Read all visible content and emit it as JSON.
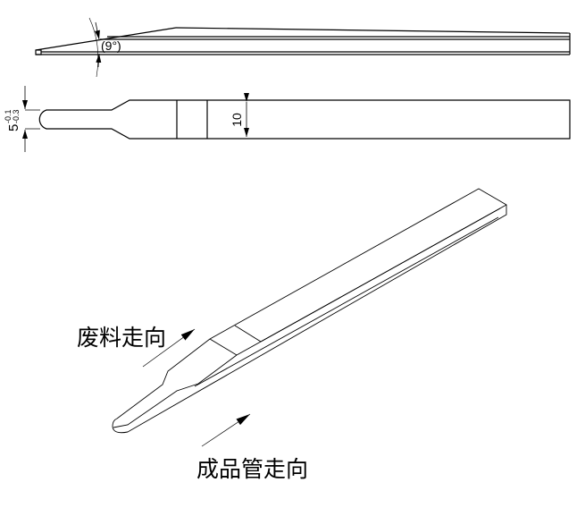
{
  "side_view": {
    "angle_label": "(9°)"
  },
  "plan_view": {
    "width_dim": "10",
    "tip_dim": "5",
    "tip_tol_upper": "-0.1",
    "tip_tol_lower": "-0.3"
  },
  "iso_view": {
    "waste_direction_label": "废料走向",
    "product_direction_label": "成品管走向"
  }
}
